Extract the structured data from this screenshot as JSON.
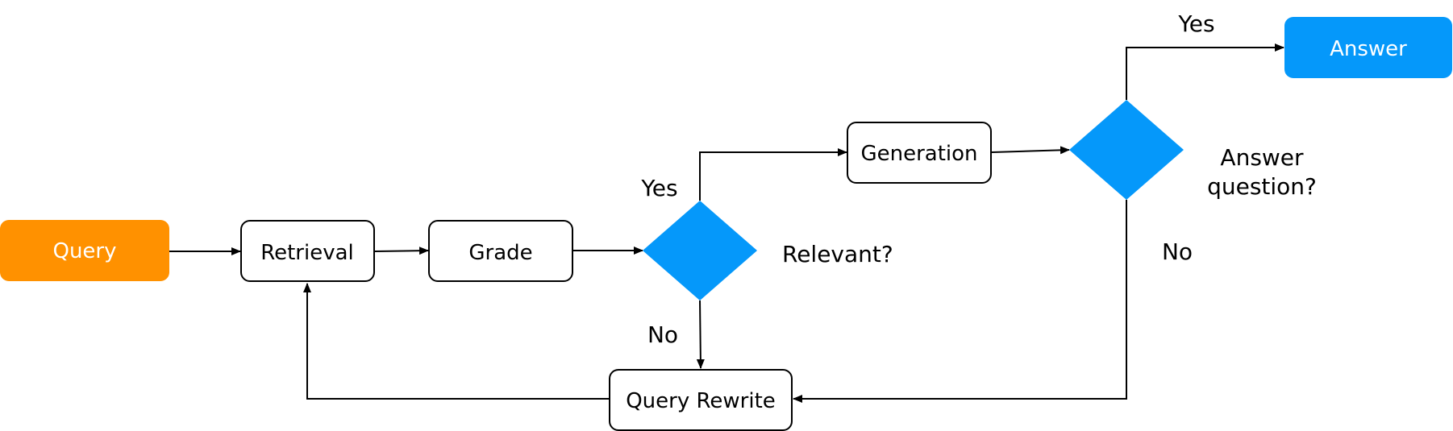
{
  "nodes": {
    "query": "Query",
    "retrieval": "Retrieval",
    "grade": "Grade",
    "generation": "Generation",
    "query_rewrite": "Query Rewrite",
    "answer": "Answer"
  },
  "decisions": {
    "relevant": "Relevant?",
    "answer_question_line1": "Answer",
    "answer_question_line2": "question?"
  },
  "edge_labels": {
    "relevant_yes": "Yes",
    "relevant_no": "No",
    "answer_yes": "Yes",
    "answer_no": "No"
  },
  "colors": {
    "query_fill": "#FF9100",
    "answer_fill": "#0598FA",
    "diamond_fill": "#0598FA",
    "stroke": "#000000"
  }
}
